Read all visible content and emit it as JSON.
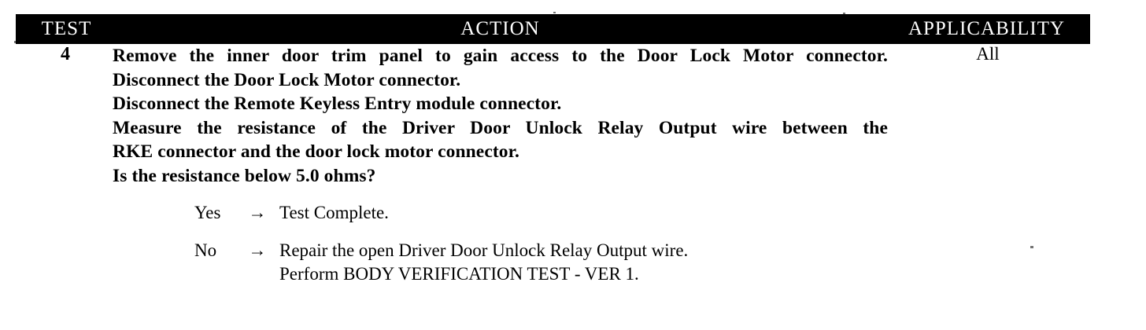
{
  "table": {
    "headers": {
      "test": "TEST",
      "action": "ACTION",
      "applicability": "APPLICABILITY"
    },
    "row": {
      "test_number": "4",
      "applicability": "All",
      "instructions": [
        "Remove the inner door trim panel to gain access to the Door Lock Motor connector.",
        "Disconnect the Door Lock Motor connector.",
        "Disconnect the Remote Keyless Entry module connector.",
        "Measure the resistance of the Driver Door Unlock Relay Output wire between the",
        "RKE connector and the door lock motor connector.",
        "Is the resistance below 5.0 ohms?"
      ],
      "branches": [
        {
          "label": "Yes",
          "arrow": "→",
          "lines": [
            "Test Complete."
          ]
        },
        {
          "label": "No",
          "arrow": "→",
          "lines": [
            "Repair the open Driver Door Unlock Relay Output wire.",
            "Perform BODY VERIFICATION TEST - VER 1."
          ]
        }
      ]
    }
  },
  "style": {
    "header_background": "#000000",
    "header_text_color": "#ffffff",
    "body_background": "#ffffff",
    "body_text_color": "#000000"
  }
}
